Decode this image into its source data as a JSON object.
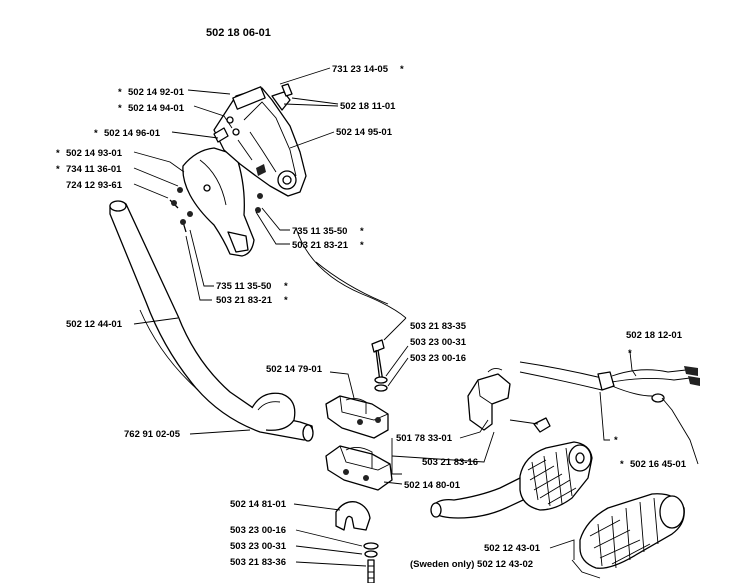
{
  "diagram": {
    "title": "502 18 06-01",
    "labels": {
      "l_731_23_14_05": "731 23 14-05",
      "l_502_18_11_01": "502 18 11-01",
      "l_502_14_92_01": "502 14 92-01",
      "l_502_14_94_01": "502 14 94-01",
      "l_502_14_96_01": "502 14 96-01",
      "l_502_14_95_01": "502 14 95-01",
      "l_502_14_93_01": "502 14 93-01",
      "l_734_11_36_01": "734 11 36-01",
      "l_724_12_93_61": "724 12 93-61",
      "l_735_11_35_50_a": "735 11 35-50",
      "l_503_21_83_21_a": "503 21 83-21",
      "l_735_11_35_50_b": "735 11 35-50",
      "l_503_21_83_21_b": "503 21 83-21",
      "l_502_12_44_01": "502 12 44-01",
      "l_503_21_83_35": "503 21 83-35",
      "l_503_23_00_31_a": "503 23 00-31",
      "l_503_23_00_16_a": "503 23 00-16",
      "l_502_14_79_01": "502 14 79-01",
      "l_502_18_12_01": "502 18 12-01",
      "l_762_91_02_05": "762 91 02-05",
      "l_501_78_33_01": "501 78 33-01",
      "l_503_21_83_16": "503 21 83-16",
      "l_502_16_45_01": "502 16 45-01",
      "l_502_14_80_01": "502 14 80-01",
      "l_502_14_81_01": "502 14 81-01",
      "l_503_23_00_16_b": "503 23 00-16",
      "l_503_23_00_31_b": "503 23 00-31",
      "l_503_21_83_36": "503 21 83-36",
      "l_502_12_43_01": "502 12 43-01",
      "l_sweden_only": "(Sweden only) 502 12 43-02"
    },
    "marker": "*"
  }
}
